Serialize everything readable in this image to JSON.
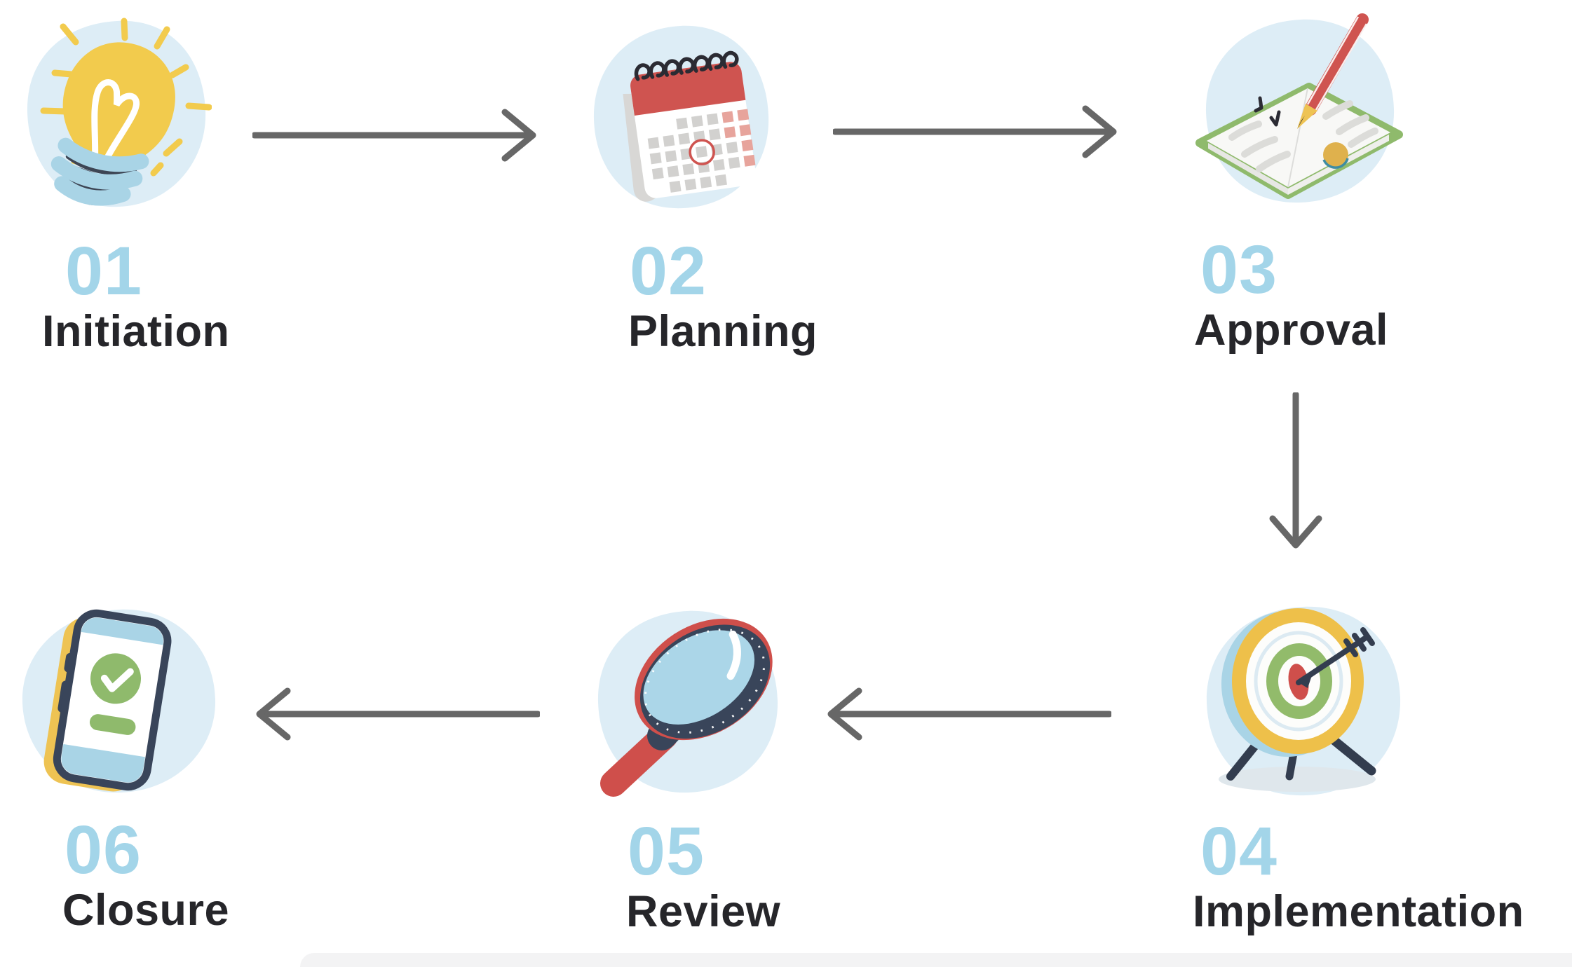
{
  "diagram": {
    "type": "process-flow",
    "step_count": 6,
    "accent_color": "#a3d5e9",
    "label_color": "#26262a",
    "arrow_color": "#676767",
    "background_color": "#ffffff",
    "steps": [
      {
        "number": "01",
        "label": "Initiation",
        "icon": "lightbulb-idea-icon"
      },
      {
        "number": "02",
        "label": "Planning",
        "icon": "calendar-icon"
      },
      {
        "number": "03",
        "label": "Approval",
        "icon": "book-pencil-icon"
      },
      {
        "number": "04",
        "label": "Implementation",
        "icon": "target-arrow-icon"
      },
      {
        "number": "05",
        "label": "Review",
        "icon": "magnifying-glass-icon"
      },
      {
        "number": "06",
        "label": "Closure",
        "icon": "phone-check-icon"
      }
    ],
    "arrows": [
      {
        "from": "01",
        "to": "02",
        "direction": "right"
      },
      {
        "from": "02",
        "to": "03",
        "direction": "right"
      },
      {
        "from": "03",
        "to": "04",
        "direction": "down"
      },
      {
        "from": "04",
        "to": "05",
        "direction": "left"
      },
      {
        "from": "05",
        "to": "06",
        "direction": "left"
      }
    ]
  }
}
